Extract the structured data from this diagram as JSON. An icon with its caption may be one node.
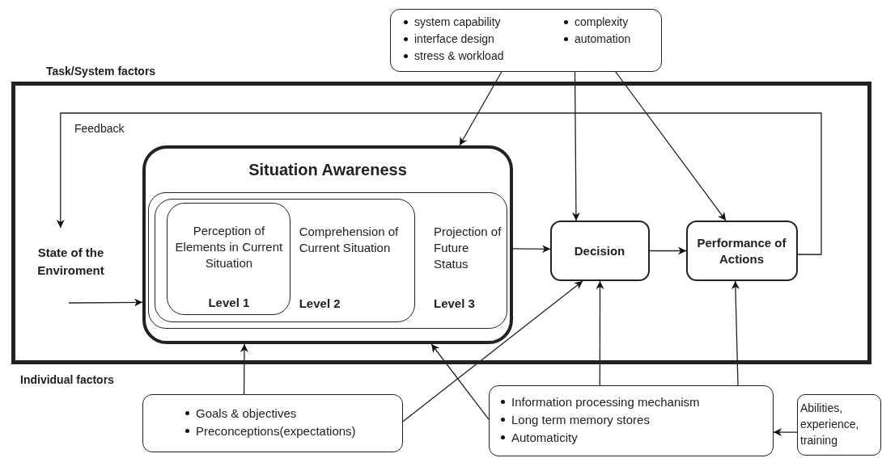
{
  "diagram": {
    "nodes": [
      {
        "text": [
          "system capability",
          "interface design",
          "stress & workload",
          "complexity",
          "automation"
        ]
      },
      {
        "text": [
          "Task/System factors"
        ]
      },
      {
        "text": [
          "Situation Awareness"
        ],
        "in": 1
      },
      {
        "text": [
          "Projection of Future Status",
          "Level 3"
        ],
        "in": 2
      },
      {
        "text": [
          "Comprehension of Current Situation",
          "Level 2"
        ],
        "in": 3
      },
      {
        "text": [
          "Perception of Elements in Current Situation",
          "Level 1"
        ],
        "in": 4
      },
      {
        "text": [
          "State of the Enviroment"
        ],
        "in": 1
      },
      {
        "text": [
          "Decision"
        ],
        "in": 1
      },
      {
        "text": [
          "Performance of Actions"
        ],
        "in": 1
      },
      {
        "text": [
          "Goals & objectives",
          "Preconceptions(expectations)"
        ]
      },
      {
        "text": [
          "Information processing mechanism",
          "Long term memory stores",
          "Automaticity"
        ]
      },
      {
        "text": [
          "Abilities, experience, training"
        ]
      }
    ],
    "edges": [
      {
        "from": 0,
        "to": 2,
        "arrow": "to"
      },
      {
        "from": 0,
        "to": 7,
        "arrow": "to"
      },
      {
        "from": 0,
        "to": 8,
        "arrow": "to"
      },
      {
        "from": 2,
        "to": 7,
        "arrow": "to"
      },
      {
        "from": 7,
        "to": 8,
        "arrow": "to"
      },
      {
        "from": 8,
        "to": 6,
        "label": "Feedback",
        "arrow": "to"
      },
      {
        "from": 9,
        "to": 2,
        "arrow": "to"
      },
      {
        "from": 9,
        "to": 7,
        "arrow": "to"
      },
      {
        "from": 10,
        "to": 2,
        "arrow": "to"
      },
      {
        "from": 10,
        "to": 7,
        "arrow": "to"
      },
      {
        "from": 10,
        "to": 8,
        "arrow": "to"
      },
      {
        "from": 11,
        "to": 10,
        "arrow": "to"
      },
      {
        "from": null,
        "to": 2,
        "arrow": "to"
      }
    ],
    "labels": [
      "Individual factors"
    ]
  }
}
